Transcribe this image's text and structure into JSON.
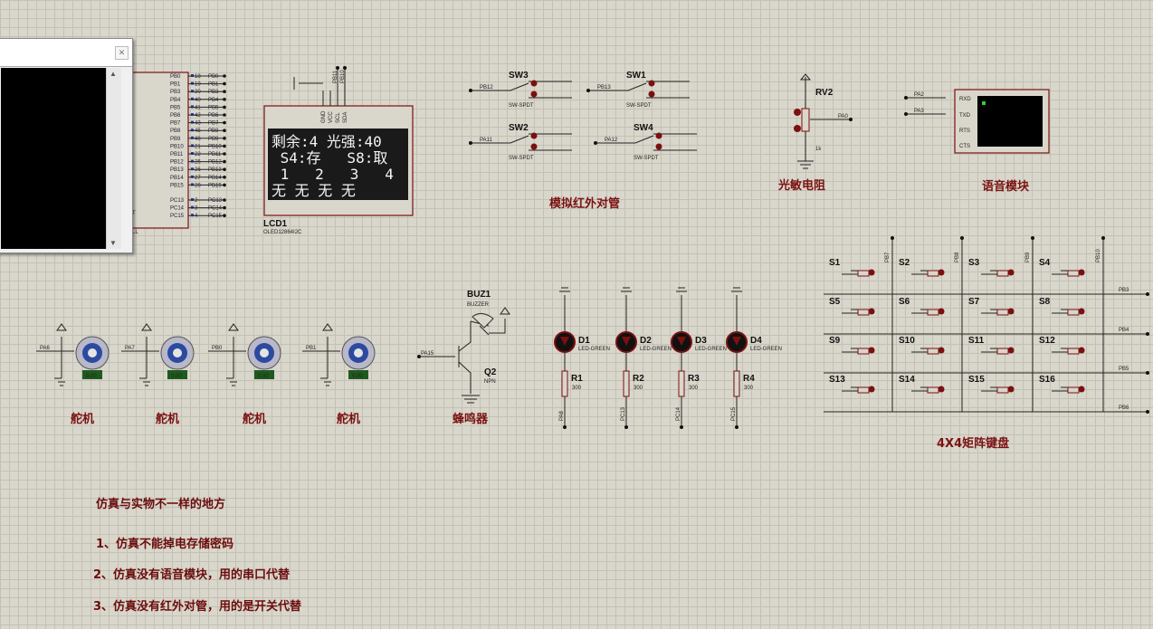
{
  "mcu": {
    "pins_left": [
      "PB0",
      "PB1",
      "PB3",
      "PB4",
      "PB5",
      "PB6",
      "PB7",
      "PB8",
      "PB9",
      "PB10",
      "PB11",
      "PB12",
      "PB13",
      "PB14",
      "PB15",
      "PC13",
      "PC14",
      "PC15"
    ],
    "pin_nums": [
      "18",
      "19",
      "20",
      "40",
      "41",
      "42",
      "43",
      "45",
      "46",
      "21",
      "22",
      "25",
      "26",
      "27",
      "28",
      "2",
      "3",
      "4"
    ],
    "pins_right": [
      "PB0",
      "PB1",
      "PB3",
      "PB4",
      "PB5",
      "PB6",
      "PB7",
      "PB8",
      "PB9",
      "PB10",
      "PB11",
      "PB12",
      "PB13",
      "PB14",
      "PB15",
      "PC13",
      "PC14",
      "PC15"
    ]
  },
  "lcd": {
    "ref": "LCD1",
    "part": "OLED12864I2C",
    "pins": [
      "GND",
      "VCC",
      "SCL",
      "SDA"
    ],
    "nets": [
      "PB11",
      "PB10"
    ],
    "lines": [
      "剩余:4  光强:40",
      " S4:存   S8:取",
      " 1   2   3   4",
      "无  无  无  无"
    ]
  },
  "switches": [
    {
      "ref": "SW3",
      "net": "PB12",
      "part": "SW-SPDT"
    },
    {
      "ref": "SW1",
      "net": "PB13",
      "part": "SW-SPDT"
    },
    {
      "ref": "SW2",
      "net": "PA11",
      "part": "SW-SPDT"
    },
    {
      "ref": "SW4",
      "net": "PA12",
      "part": "SW-SPDT"
    }
  ],
  "switch_caption": "模拟红外对管",
  "rv": {
    "ref": "RV2",
    "net": "PA0",
    "value": "1k",
    "caption": "光敏电阻"
  },
  "voice": {
    "nets": [
      "PA2",
      "PA3"
    ],
    "pins": [
      "RXD",
      "TXD",
      "RTS",
      "CTS"
    ],
    "caption": "语音模块"
  },
  "servos": [
    {
      "net": "PA6",
      "caption": "舵机",
      "reading": "0.00"
    },
    {
      "net": "PA7",
      "caption": "舵机",
      "reading": "0.00"
    },
    {
      "net": "PB0",
      "caption": "舵机",
      "reading": "0.00"
    },
    {
      "net": "PB1",
      "caption": "舵机",
      "reading": "0.00"
    }
  ],
  "buzzer": {
    "ref": "BUZ1",
    "part": "BUZZER",
    "q": "Q2",
    "qtype": "NPN",
    "net": "PA15",
    "caption": "蜂鸣器"
  },
  "leds": [
    {
      "ref": "D1",
      "part": "LED-GREEN",
      "r": "R1",
      "rv": "300",
      "net": "PA8"
    },
    {
      "ref": "D2",
      "part": "LED-GREEN",
      "r": "R2",
      "rv": "300",
      "net": "PC13"
    },
    {
      "ref": "D3",
      "part": "LED-GREEN",
      "r": "R3",
      "rv": "300",
      "net": "PC14"
    },
    {
      "ref": "D4",
      "part": "LED-GREEN",
      "r": "R4",
      "rv": "300",
      "net": "PC15"
    }
  ],
  "keypad": {
    "keys": [
      "S1",
      "S2",
      "S3",
      "S4",
      "S5",
      "S6",
      "S7",
      "S8",
      "S9",
      "S10",
      "S11",
      "S12",
      "S13",
      "S14",
      "S15",
      "S16"
    ],
    "col_nets": [
      "PB7",
      "PB8",
      "PB9",
      "PB10"
    ],
    "row_nets": [
      "PB3",
      "PB4",
      "PB5",
      "PB6"
    ],
    "caption": "4X4矩阵键盘"
  },
  "notes": {
    "title": "仿真与实物不一样的地方",
    "items": [
      "1、仿真不能掉电存储密码",
      "2、仿真没有语音模块，用的串口代替",
      "3、仿真没有红外对管，用的是开关代替"
    ]
  },
  "colors": {
    "wire": "#222222",
    "component": "#7a1010",
    "caption": "#7a1212",
    "oled_bg": "#1a1a1a",
    "grid": "#c3c0b4"
  }
}
